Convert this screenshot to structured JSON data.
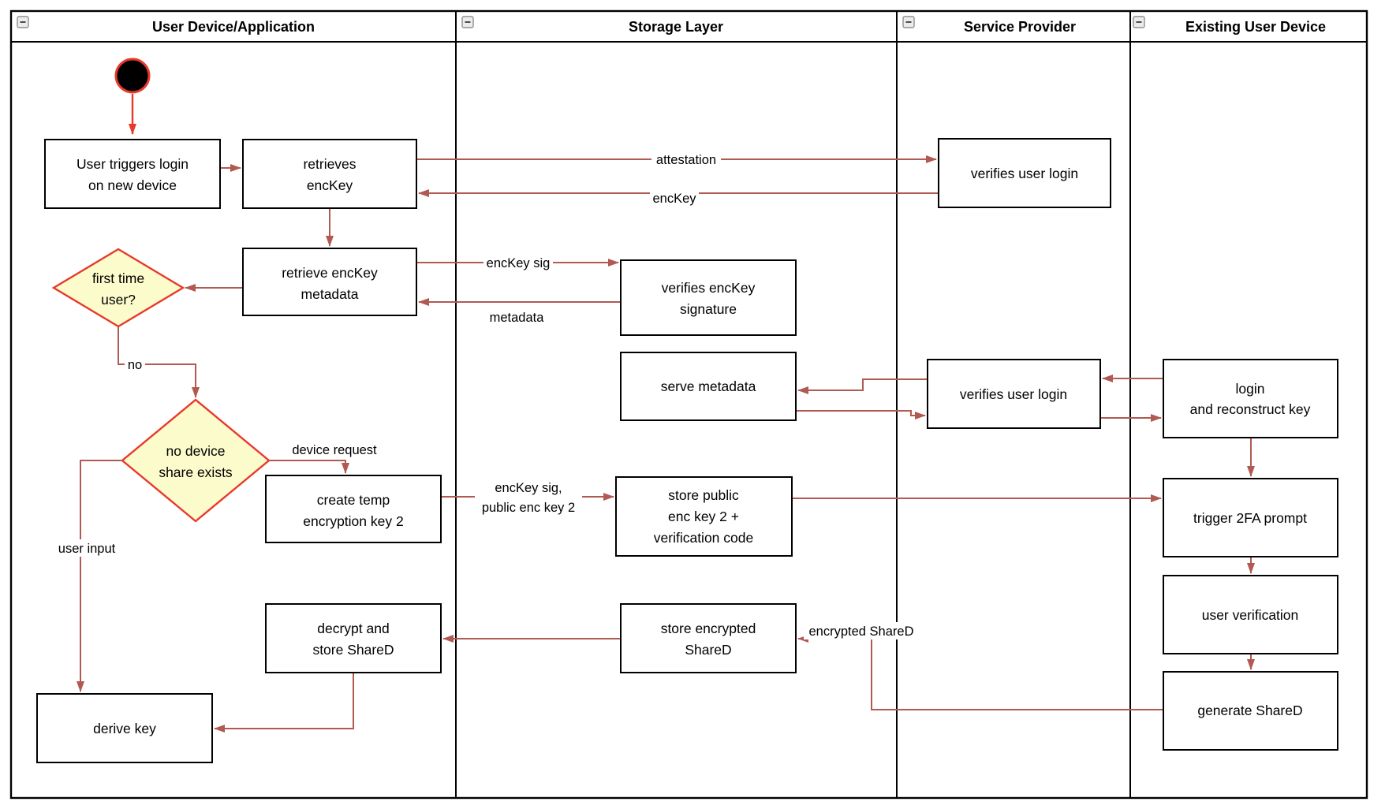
{
  "lanes": [
    {
      "title": "User Device/Application"
    },
    {
      "title": "Storage Layer"
    },
    {
      "title": "Service Provider"
    },
    {
      "title": "Existing User Device"
    }
  ],
  "nodes": {
    "start": {
      "type": "initial-node"
    },
    "user_triggers_login": {
      "lines": [
        "User triggers login",
        "on new device"
      ]
    },
    "retrieves_enckey": {
      "lines": [
        "retrieves",
        "encKey"
      ]
    },
    "verifies_user_login_1": {
      "lines": [
        "verifies user login"
      ]
    },
    "retrieve_enckey_metadata": {
      "lines": [
        "retrieve encKey",
        "metadata"
      ]
    },
    "first_time_user": {
      "lines": [
        "first time",
        "user?"
      ]
    },
    "verifies_enckey_signature": {
      "lines": [
        "verifies encKey",
        "signature"
      ]
    },
    "serve_metadata": {
      "lines": [
        "serve metadata"
      ]
    },
    "verifies_user_login_2": {
      "lines": [
        "verifies user login"
      ]
    },
    "login_and_reconstruct_key": {
      "lines": [
        "login",
        "and reconstruct key"
      ]
    },
    "no_device_share_exists": {
      "lines": [
        "no device",
        "share exists"
      ]
    },
    "create_temp_encryption_key_2": {
      "lines": [
        "create temp",
        "encryption key 2"
      ]
    },
    "store_public_enc_key_2": {
      "lines": [
        "store public",
        "enc key 2 +",
        "verification code"
      ]
    },
    "trigger_2fa_prompt": {
      "lines": [
        "trigger 2FA prompt"
      ]
    },
    "user_verification": {
      "lines": [
        "user verification"
      ]
    },
    "generate_shared": {
      "lines": [
        "generate ShareD"
      ]
    },
    "decrypt_and_store_shared": {
      "lines": [
        "decrypt and",
        "store ShareD"
      ]
    },
    "store_encrypted_shared": {
      "lines": [
        "store encrypted",
        "ShareD"
      ]
    },
    "derive_key": {
      "lines": [
        "derive key"
      ]
    }
  },
  "edge_labels": {
    "attestation": "attestation",
    "enckey": "encKey",
    "enckey_sig": "encKey sig",
    "metadata": "metadata",
    "no": "no",
    "device_request": "device request",
    "enckey_sig_public": {
      "lines": [
        "encKey sig,",
        "public enc key 2"
      ]
    },
    "user_input": "user input",
    "encrypted_shared": "encrypted ShareD"
  },
  "colors": {
    "arrow": "#B05A52",
    "accent_red": "#E8392B",
    "decision_fill": "#FCFBCB",
    "node_border": "#000000",
    "background": "#FFFFFF"
  }
}
